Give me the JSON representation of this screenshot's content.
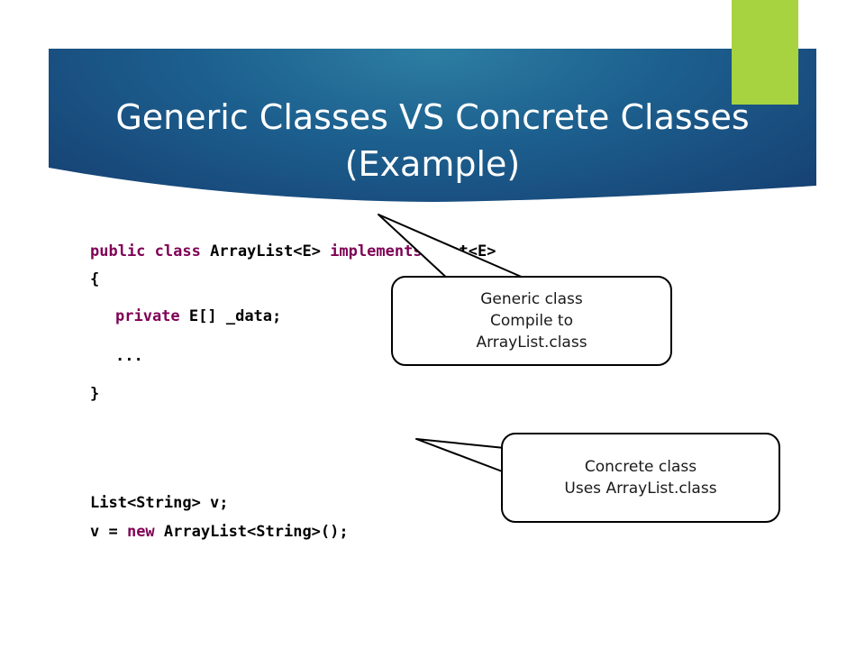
{
  "slide": {
    "title_line1": "Generic Classes VS Concrete Classes",
    "title_line2": "(Example)"
  },
  "code_generic": {
    "line1_kw1": "public",
    "line1_kw2": "class",
    "line1_type": "ArrayList<E>",
    "line1_kw3": "implements",
    "line1_iface": "List<E>",
    "line2": "{",
    "line3_kw": "private",
    "line3_rest": "E[] _data;",
    "line4": "...",
    "line5": "}"
  },
  "code_usage": {
    "line1": "List<String> v;",
    "line2_prefix": "v = ",
    "line2_kw": "new",
    "line2_rest": "ArrayList<String>();"
  },
  "callout_generic": {
    "line1": "Generic class",
    "line2": "Compile to",
    "line3": "ArrayList.class"
  },
  "callout_concrete": {
    "line1": "Concrete class",
    "line2": "Uses ArrayList.class"
  },
  "colors": {
    "title_banner": "#1c5f8e",
    "accent_tab": "#a6d33f",
    "keyword": "#7f0055"
  }
}
